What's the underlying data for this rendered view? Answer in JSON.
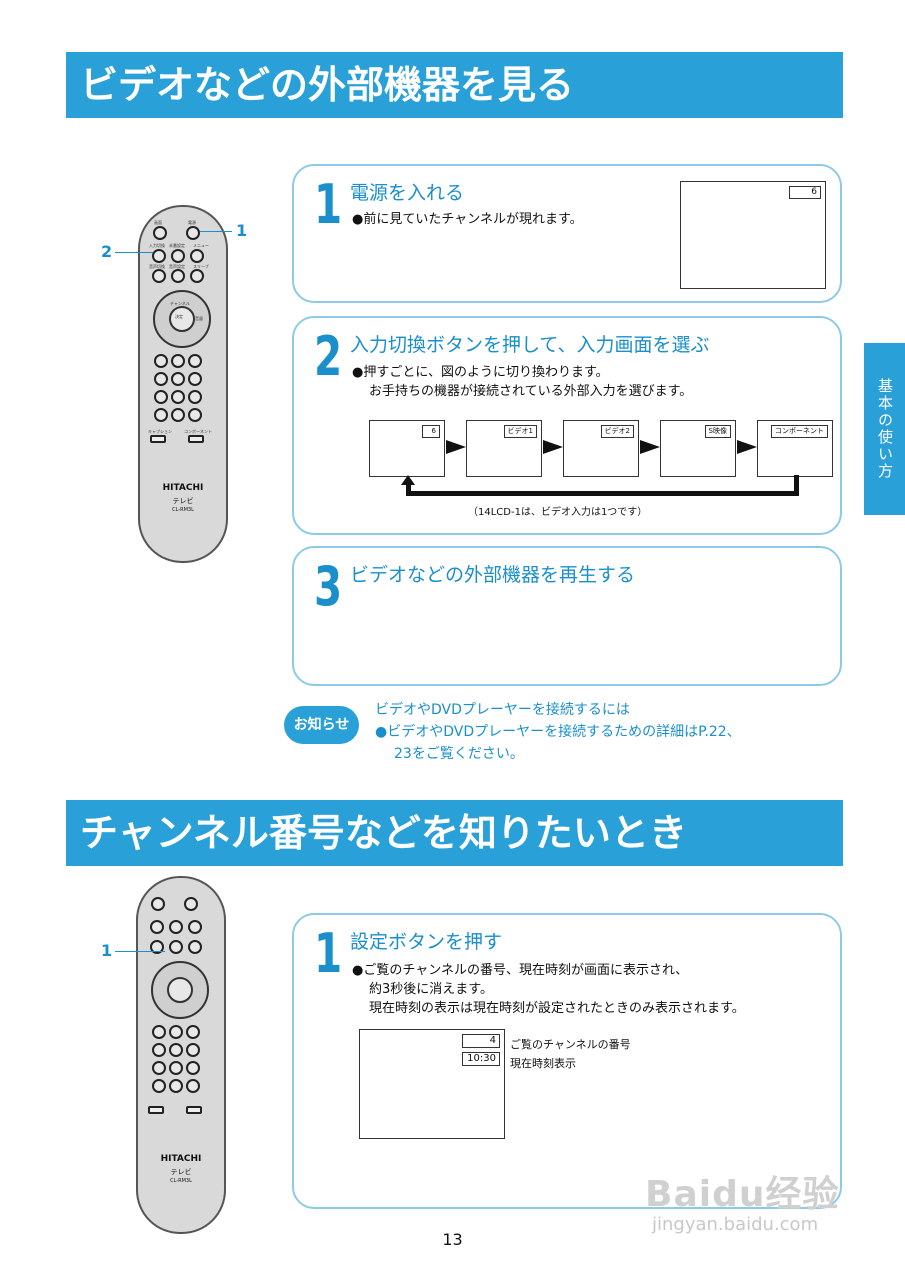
{
  "section1": {
    "title": "ビデオなどの外部機器を見る",
    "callout_1": "1",
    "callout_2": "2",
    "steps": [
      {
        "num": "1",
        "title": "電源を入れる",
        "lines": [
          "●前に見ていたチャンネルが現れます。"
        ],
        "tv_label": "6"
      },
      {
        "num": "2",
        "title": "入力切換ボタンを押して、入力画面を選ぶ",
        "lines": [
          "●押すごとに、図のように切り換わります。",
          "お手持ちの機器が接続されている外部入力を選びます。"
        ],
        "screens": [
          "6",
          "ビデオ1",
          "ビデオ2",
          "S映像",
          "コンポーネント"
        ],
        "note": "（14LCD-1は、ビデオ入力は1つです）"
      },
      {
        "num": "3",
        "title": "ビデオなどの外部機器を再生する"
      }
    ],
    "info": {
      "badge": "お知らせ",
      "heading": "ビデオやDVDプレーヤーを接続するには",
      "line1": "●ビデオやDVDプレーヤーを接続するための詳細はP.22、",
      "line2": "23をご覧ください。"
    }
  },
  "side_tab": "基本の使い方",
  "section2": {
    "title": "チャンネル番号などを知りたいとき",
    "callout_1": "1",
    "step": {
      "num": "1",
      "title": "設定ボタンを押す",
      "lines": [
        "●ご覧のチャンネルの番号、現在時刻が画面に表示され、",
        "約3秒後に消えます。",
        "現在時刻の表示は現在時刻が設定されたときのみ表示されます。"
      ],
      "tv_channel": "4",
      "tv_time": "10:30",
      "label_channel": "ご覧のチャンネルの番号",
      "label_time": "現在時刻表示"
    }
  },
  "remote": {
    "brand": "HITACHI",
    "model_jp": "テレビ",
    "model": "CL-RM3L",
    "labels": [
      "画面",
      "電源",
      "入力切換",
      "未番設定",
      "メニュー",
      "音声切換",
      "音声設定",
      "スリープ",
      "チャンネル",
      "決定",
      "音量",
      "キャプション",
      "コンポーネント"
    ]
  },
  "page_number": "13",
  "watermark": {
    "brand": "Baidu经验",
    "url": "jingyan.baidu.com"
  }
}
